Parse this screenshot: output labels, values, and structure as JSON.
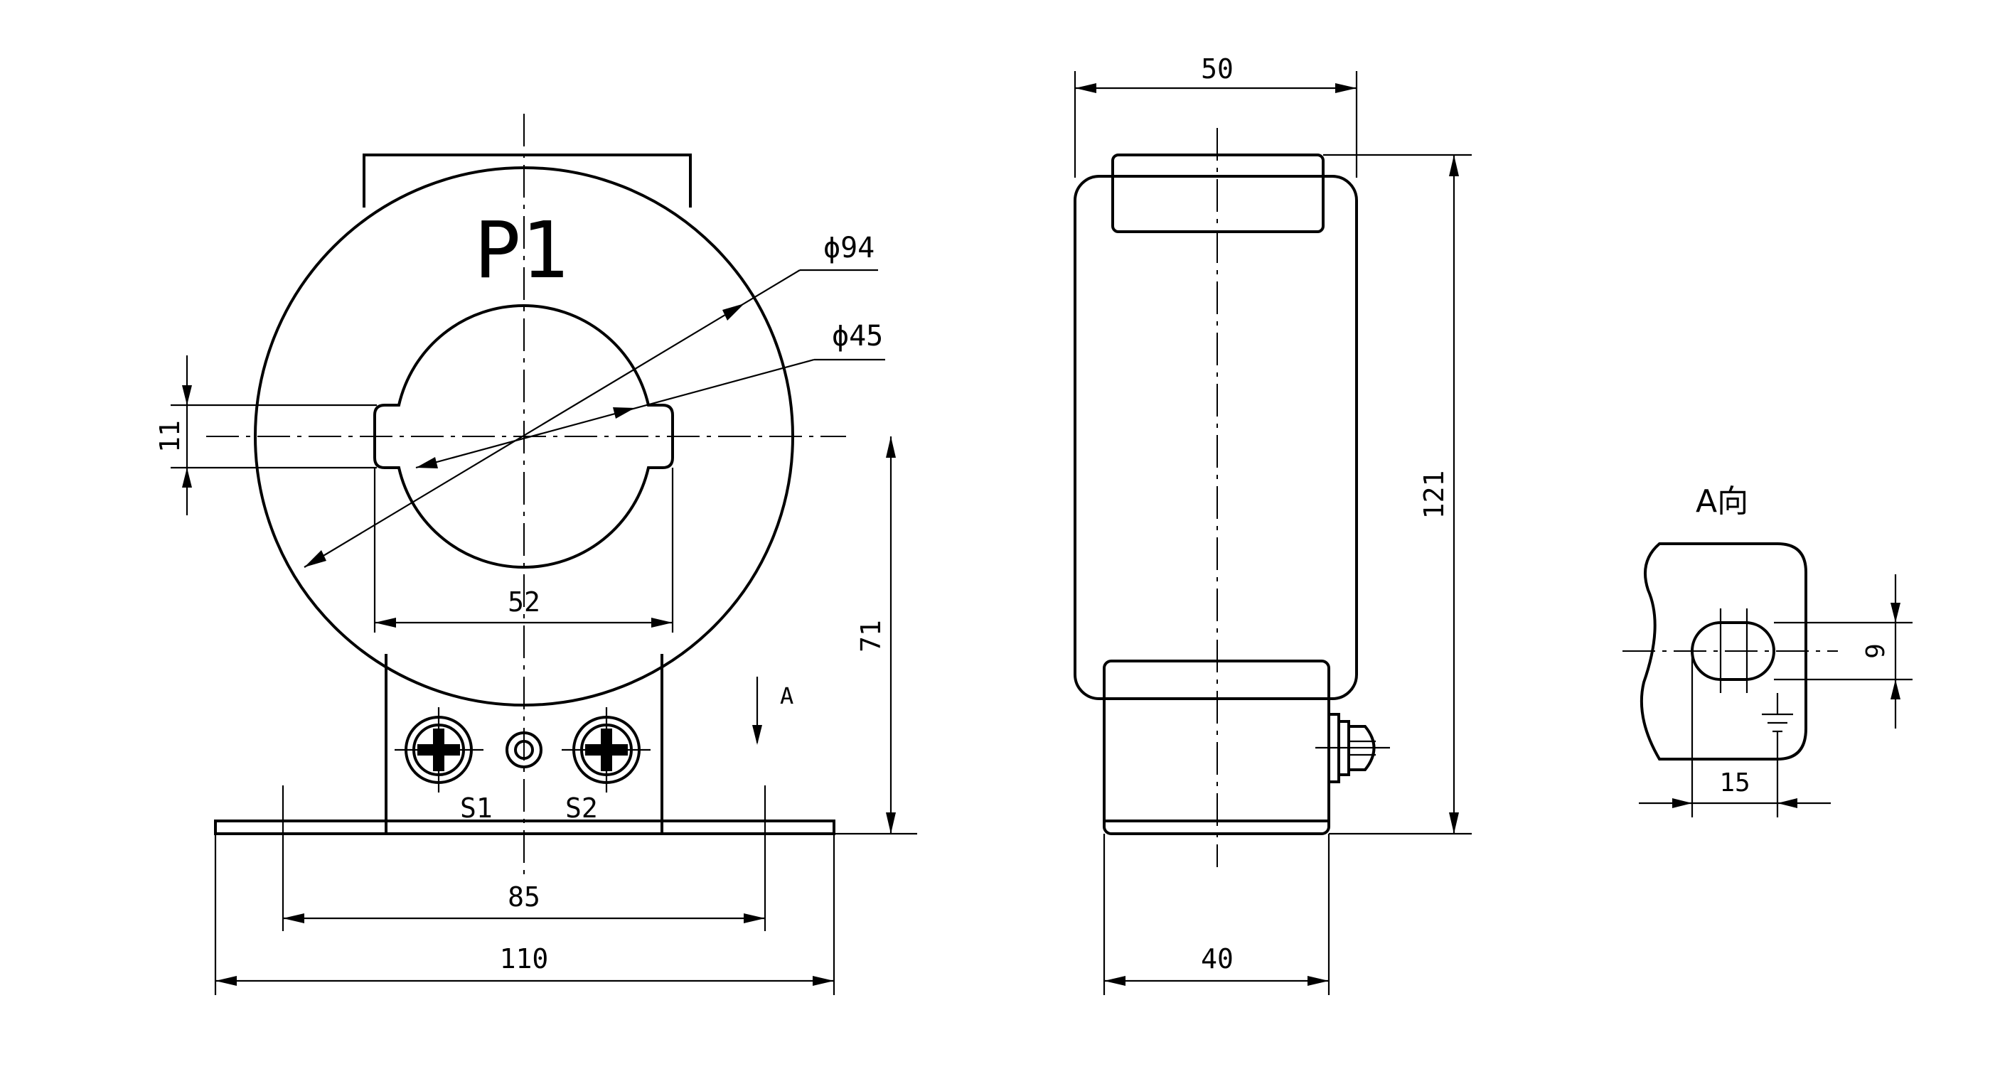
{
  "front_view": {
    "marking": "P1",
    "outer_diameter_label": "ϕ94",
    "inner_diameter_label": "ϕ45",
    "slot_width_label": "11",
    "window_width_label": "52",
    "center_height_label": "71",
    "arrow_label": "A",
    "terminal_s1_label": "S1",
    "terminal_s2_label": "S2",
    "hole_spacing_label": "85",
    "base_width_label": "110"
  },
  "side_view": {
    "top_width_label": "50",
    "height_label": "121",
    "base_depth_label": "40"
  },
  "detail_view": {
    "title": "A向",
    "slot_height_label": "9",
    "slot_offset_label": "15"
  }
}
